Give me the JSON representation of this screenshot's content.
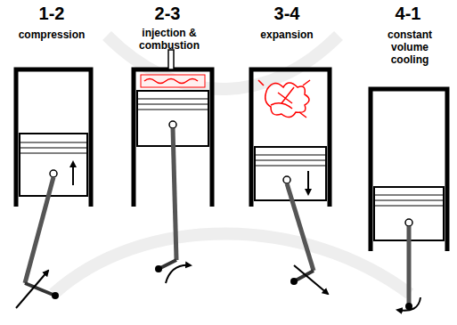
{
  "diagram": {
    "labels": [
      "1-2",
      "compression",
      "2-3",
      "injection & combustion",
      "3-4",
      "expansion",
      "4-1",
      "constant volume cooling"
    ]
  }
}
